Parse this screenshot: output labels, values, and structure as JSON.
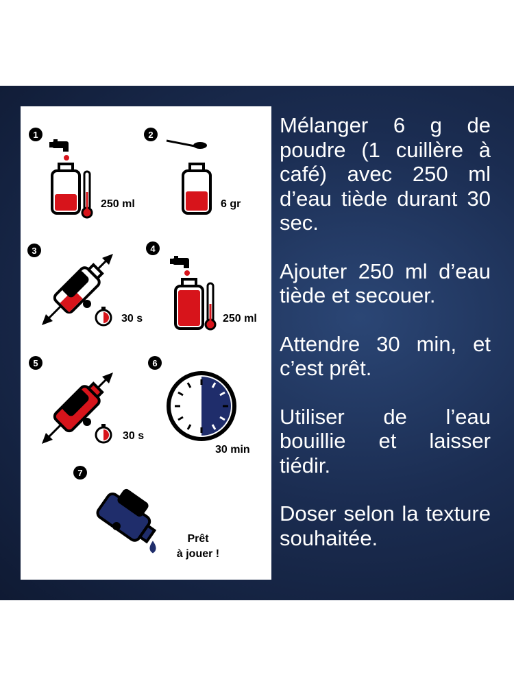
{
  "steps": [
    {
      "number": "1",
      "label": "250 ml"
    },
    {
      "number": "2",
      "label": "6 gr"
    },
    {
      "number": "3",
      "label": "30 s"
    },
    {
      "number": "4",
      "label": "250 ml"
    },
    {
      "number": "5",
      "label": "30 s"
    },
    {
      "number": "6",
      "label": "30 min"
    },
    {
      "number": "7",
      "label_line1": "Prêt",
      "label_line2": "à jouer !"
    }
  ],
  "instructions": [
    "Mélanger 6 g de poudre (1 cuillère à café) avec 250 ml d’eau tiède durant 30 sec.",
    "Ajouter 250 ml d’eau tiède et secouer.",
    "Attendre 30 min, et c’est prêt.",
    "Utiliser de l’eau bouillie et laisser tiédir.",
    "Doser selon la texture souhaitée."
  ],
  "colors": {
    "red": "#d7141b",
    "navy": "#1f2d6b",
    "background": "#1b2d52"
  }
}
